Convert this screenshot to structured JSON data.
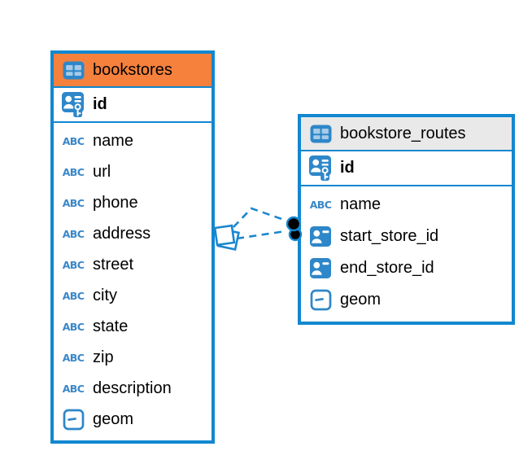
{
  "diagram": {
    "icon_glyphs": {
      "text_field": "ABC"
    },
    "colors": {
      "table_border_blue": "#1287D0",
      "icon_blue": "#2E87C9",
      "icon_cell_light_blue": "#A5CBE8",
      "bookstores_header_orange": "#F6813D",
      "routes_header_gray": "#E9E9E9",
      "connection_blue": "#1B87CE",
      "text_black": "#000000"
    },
    "tables": [
      {
        "id": "bookstores",
        "title": "bookstores",
        "header_color": "#F6813D",
        "primary_key": {
          "name": "id",
          "icon": "primary-key"
        },
        "fields": [
          {
            "name": "name",
            "icon": "text"
          },
          {
            "name": "url",
            "icon": "text"
          },
          {
            "name": "phone",
            "icon": "text"
          },
          {
            "name": "address",
            "icon": "text"
          },
          {
            "name": "street",
            "icon": "text"
          },
          {
            "name": "city",
            "icon": "text"
          },
          {
            "name": "state",
            "icon": "text"
          },
          {
            "name": "zip",
            "icon": "text"
          },
          {
            "name": "description",
            "icon": "text"
          },
          {
            "name": "geom",
            "icon": "geometry"
          }
        ]
      },
      {
        "id": "bookstore_routes",
        "title": "bookstore_routes",
        "header_color": "#E9E9E9",
        "primary_key": {
          "name": "id",
          "icon": "primary-key"
        },
        "fields": [
          {
            "name": "name",
            "icon": "text"
          },
          {
            "name": "start_store_id",
            "icon": "foreign-key"
          },
          {
            "name": "end_store_id",
            "icon": "foreign-key"
          },
          {
            "name": "geom",
            "icon": "geometry"
          }
        ]
      }
    ],
    "connection": {
      "from_table": "bookstores",
      "to_table": "bookstore_routes",
      "line_style": "dashed",
      "line_count": 2,
      "from_marker": "diamond",
      "to_marker": "dots"
    }
  }
}
